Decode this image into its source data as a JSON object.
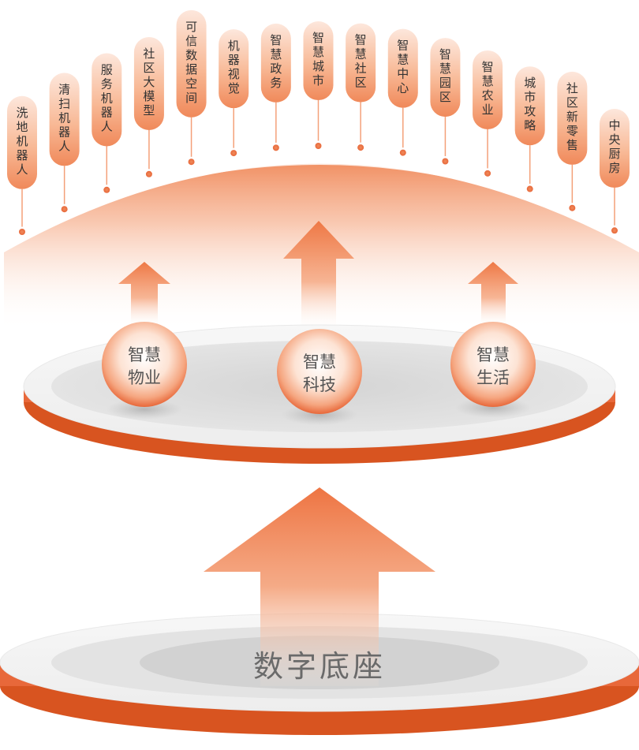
{
  "colors": {
    "orange": "#e8683a",
    "orange_dark": "#d85420",
    "orange_light": "#f4a079",
    "peach": "#fbd2bd",
    "disc_grey": "#dcdcdc",
    "text_dark": "#333333",
    "text_grey": "#555555"
  },
  "applications": [
    {
      "label": "洗地机器人"
    },
    {
      "label": "清扫机器人"
    },
    {
      "label": "服务机器人"
    },
    {
      "label": "社区大模型"
    },
    {
      "label": "可信数据空间"
    },
    {
      "label": "机器视觉"
    },
    {
      "label": "智慧政务"
    },
    {
      "label": "智慧城市"
    },
    {
      "label": "智慧社区"
    },
    {
      "label": "智慧中心"
    },
    {
      "label": "智慧园区"
    },
    {
      "label": "智慧农业"
    },
    {
      "label": "城市攻略"
    },
    {
      "label": "社区新零售"
    },
    {
      "label": "中央厨房"
    }
  ],
  "middle_layer": {
    "spheres": [
      {
        "line1": "智慧",
        "line2": "物业"
      },
      {
        "line1": "智慧",
        "line2": "科技"
      },
      {
        "line1": "智慧",
        "line2": "生活"
      }
    ]
  },
  "base_layer": {
    "label": "数字底座"
  }
}
